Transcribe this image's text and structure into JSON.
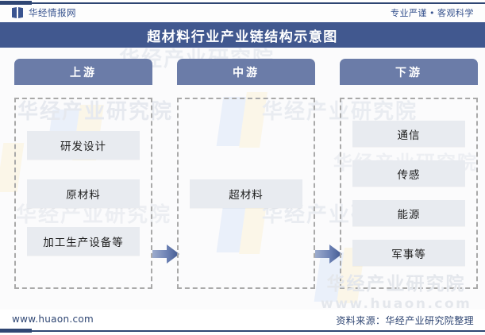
{
  "header": {
    "brand": "华经情报网",
    "logo_icon": "book-logo-icon",
    "tagline_left": "专业严谨",
    "tagline_sep": "•",
    "tagline_right": "客观科学"
  },
  "title": "超材料行业产业链结构示意图",
  "chart_data": {
    "type": "diagram",
    "title": "超材料行业产业链结构示意图",
    "columns": [
      {
        "key": "upstream",
        "label": "上游",
        "items": [
          "研发设计",
          "原材料",
          "加工生产设备等"
        ]
      },
      {
        "key": "midstream",
        "label": "中游",
        "items": [
          "超材料"
        ]
      },
      {
        "key": "downstream",
        "label": "下游",
        "items": [
          "通信",
          "传感",
          "能源",
          "军事等"
        ]
      }
    ],
    "connectors": [
      {
        "name": "arrow-upstream-to-midstream",
        "from": "upstream",
        "to": "midstream",
        "glyph": "→"
      },
      {
        "name": "arrow-midstream-to-downstream",
        "from": "midstream",
        "to": "downstream",
        "glyph": "→"
      }
    ]
  },
  "watermarks": {
    "text": "华经产业研究院",
    "url": "www.huaon.com"
  },
  "footer": {
    "url": "www.huaon.com",
    "source": "资料来源：华经产业研究院整理"
  },
  "colors": {
    "title_band": "#41588F",
    "column_tab": "#6B7CA8",
    "node_fill": "#E8EBF0",
    "dash_border": "#A9A9A9",
    "rule": "#2F4673",
    "arrow_dark": "#4A619B",
    "arrow_light": "#98A8CC"
  }
}
